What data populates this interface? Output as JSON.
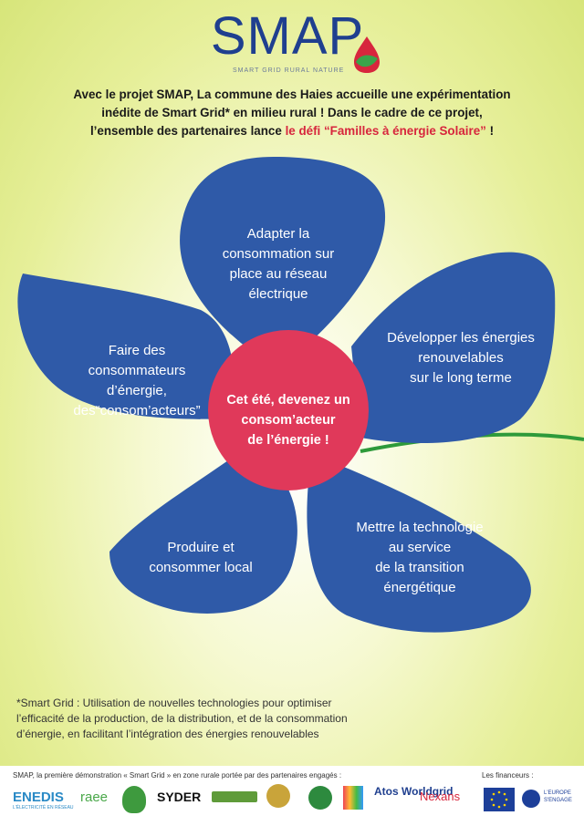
{
  "header": {
    "logo_text": "SMAP",
    "logo_tagline": "SMART GRID RURAL NATURE"
  },
  "intro": {
    "line1": "Avec le projet SMAP, La commune des Haies accueille une expérimentation",
    "line2": "inédite de Smart Grid* en milieu rural ! Dans le cadre de ce projet,",
    "line3_before": "l’ensemble des partenaires lance ",
    "line3_highlight": "le défi “Familles à énergie Solaire”",
    "line3_after": " !"
  },
  "petals": {
    "top": [
      "Adapter la",
      "consommation sur",
      "place au réseau",
      "électrique"
    ],
    "left": [
      "Faire des",
      "consommateurs",
      "d’énergie,",
      "des“consom’acteurs”"
    ],
    "right": [
      "Développer les énergies",
      "renouvelables",
      "sur le long terme"
    ],
    "bottom_left": [
      "Produire et",
      "consommer local"
    ],
    "bottom_right": [
      "Mettre la technologie",
      "au service",
      "de la transition",
      "énergétique"
    ]
  },
  "center": [
    "Cet été, devenez un",
    "consom’acteur",
    "de l’énergie !"
  ],
  "note": {
    "line1": "*Smart Grid : Utilisation de nouvelles technologies pour optimiser",
    "line2": "l’efficacité de la production, de la distribution, et de la consommation",
    "line3": "d’énergie, en facilitant l’intégration des énergies renouvelables"
  },
  "footer": {
    "left_text": "SMAP, la première démonstration « Smart Grid » en zone rurale portée par des partenaires engagés :",
    "right_text": "Les financeurs :",
    "partners": [
      "ENEDIS",
      "raee",
      "SYDER",
      "Atos Worldgrid",
      "Nexans"
    ],
    "partner_sub": {
      "enedis": "L'ÉLECTRICITÉ EN RÉSEAU"
    },
    "funders": [
      "L'EUROPE S'ENGAGE"
    ]
  },
  "colors": {
    "petal": "#2f5aa8",
    "center": "#e0395a",
    "stem": "#2e9a3a",
    "logo": "#1f3f8f",
    "highlight": "#d7263d"
  }
}
